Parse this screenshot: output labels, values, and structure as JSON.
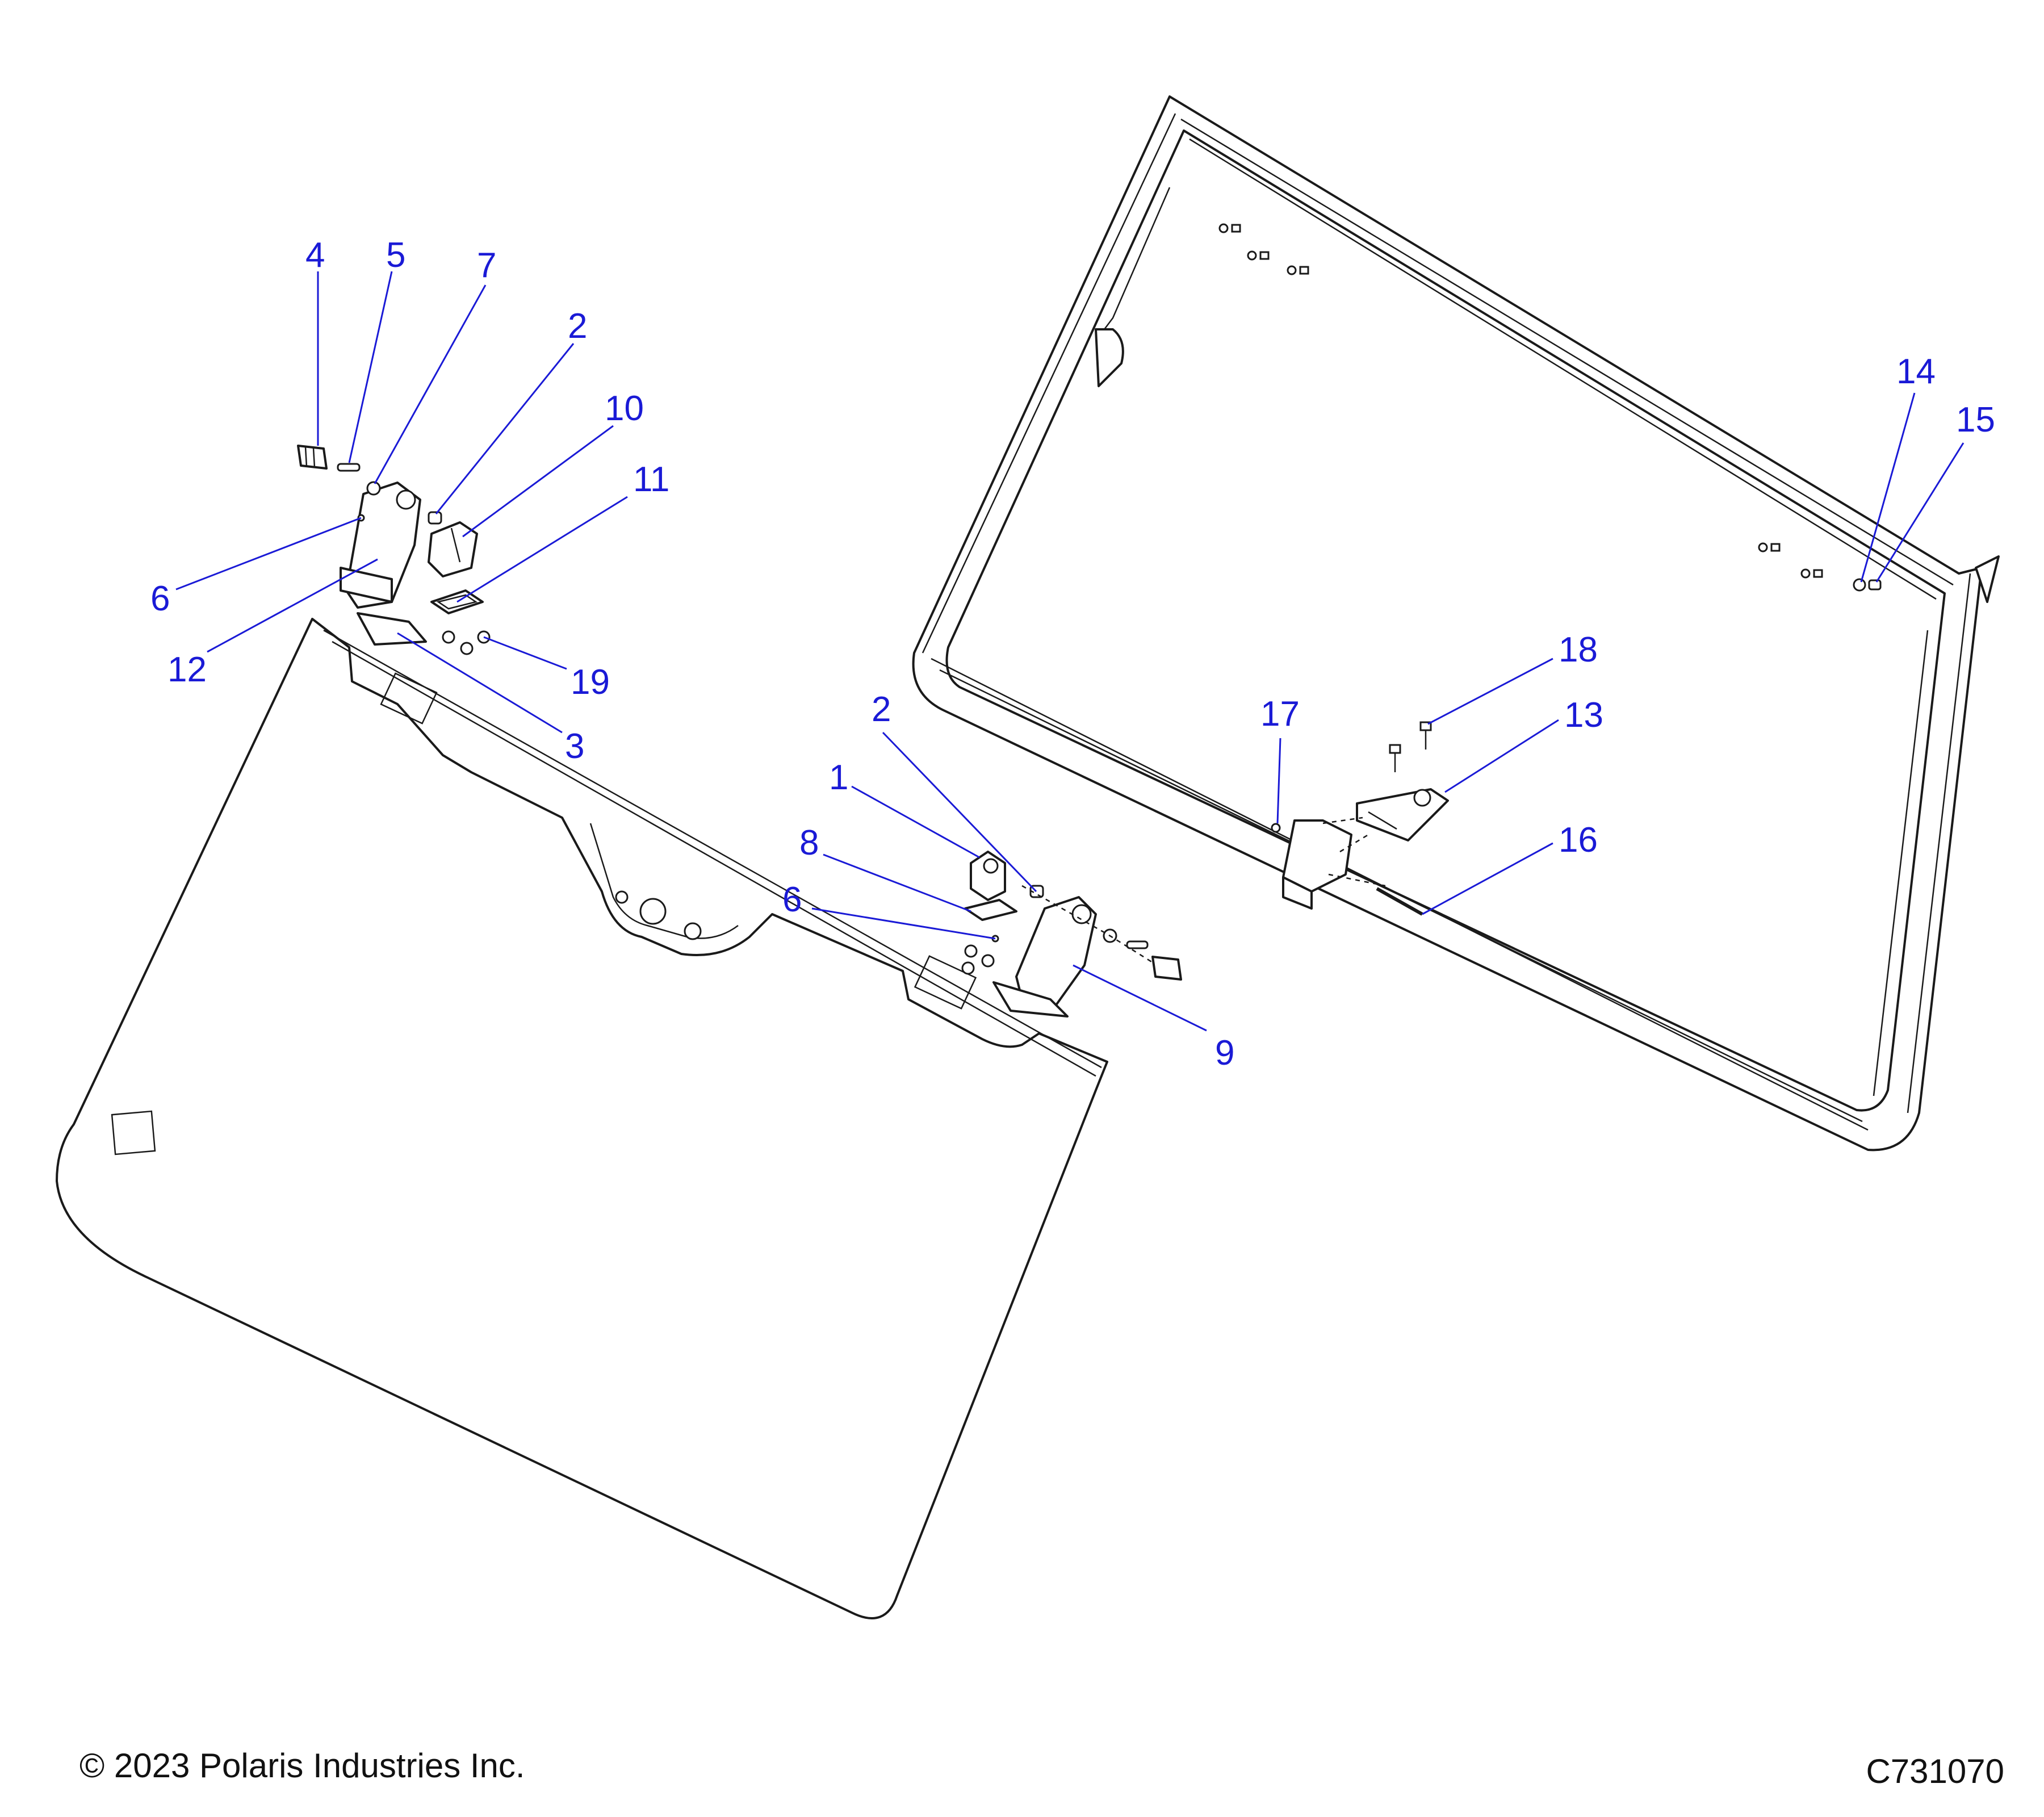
{
  "callouts": [
    {
      "id": "c4",
      "label": "4"
    },
    {
      "id": "c5",
      "label": "5"
    },
    {
      "id": "c7",
      "label": "7"
    },
    {
      "id": "c2a",
      "label": "2"
    },
    {
      "id": "c10",
      "label": "10"
    },
    {
      "id": "c11",
      "label": "11"
    },
    {
      "id": "c6a",
      "label": "6"
    },
    {
      "id": "c12",
      "label": "12"
    },
    {
      "id": "c19",
      "label": "19"
    },
    {
      "id": "c3",
      "label": "3"
    },
    {
      "id": "c2b",
      "label": "2"
    },
    {
      "id": "c1",
      "label": "1"
    },
    {
      "id": "c8",
      "label": "8"
    },
    {
      "id": "c6b",
      "label": "6"
    },
    {
      "id": "c9",
      "label": "9"
    },
    {
      "id": "c17",
      "label": "17"
    },
    {
      "id": "c18",
      "label": "18"
    },
    {
      "id": "c13",
      "label": "13"
    },
    {
      "id": "c16",
      "label": "16"
    },
    {
      "id": "c14",
      "label": "14"
    },
    {
      "id": "c15",
      "label": "15"
    }
  ],
  "footer": {
    "copyright": "© 2023 Polaris Industries Inc.",
    "drawing_number": "C731070"
  },
  "colors": {
    "callout": "#1a1ad6",
    "line": "#1a1a1a"
  }
}
